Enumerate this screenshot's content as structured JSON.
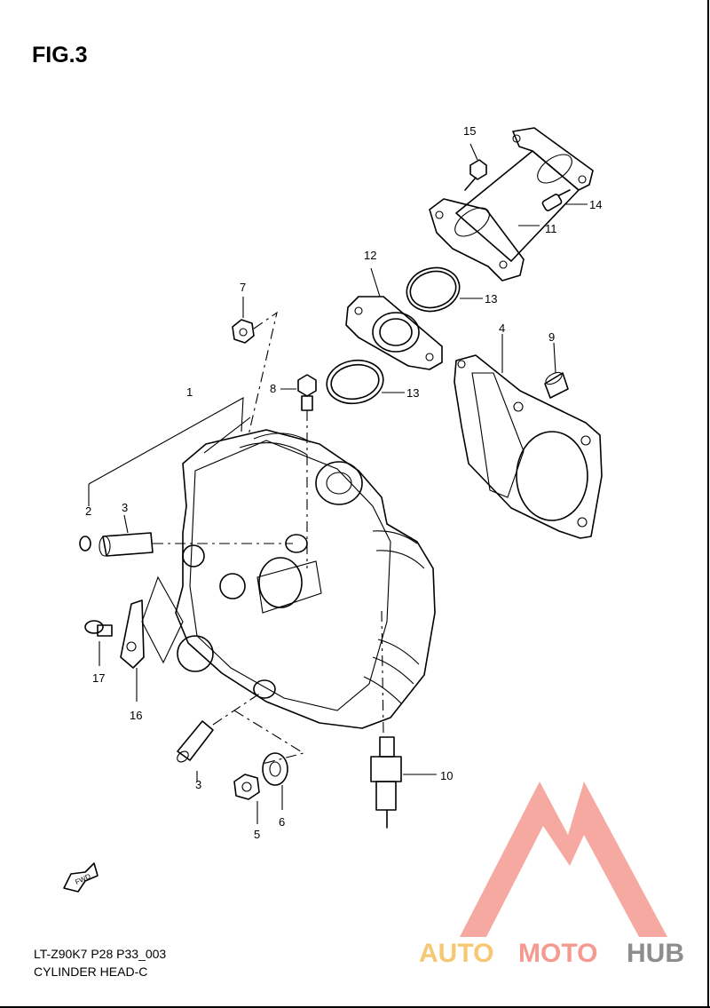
{
  "figure": {
    "title": "FIG.3",
    "code": "LT-Z90K7 P28 P33_003",
    "caption": "CYLINDER HEAD-C"
  },
  "fwd_label": "FWD",
  "callouts": {
    "c1": "1",
    "c2": "2",
    "c3a": "3",
    "c3b": "3",
    "c4": "4",
    "c5": "5",
    "c6": "6",
    "c7": "7",
    "c8": "8",
    "c9": "9",
    "c10": "10",
    "c11": "11",
    "c12": "12",
    "c13a": "13",
    "c13b": "13",
    "c14": "14",
    "c15": "15",
    "c16": "16",
    "c17": "17"
  },
  "watermark": {
    "part1": "AUTO",
    "part2": "MOTO",
    "part3": "HUB",
    "colors": {
      "gold": "#f7c873",
      "red": "#f59a90",
      "gray": "#8d8d8d"
    }
  }
}
